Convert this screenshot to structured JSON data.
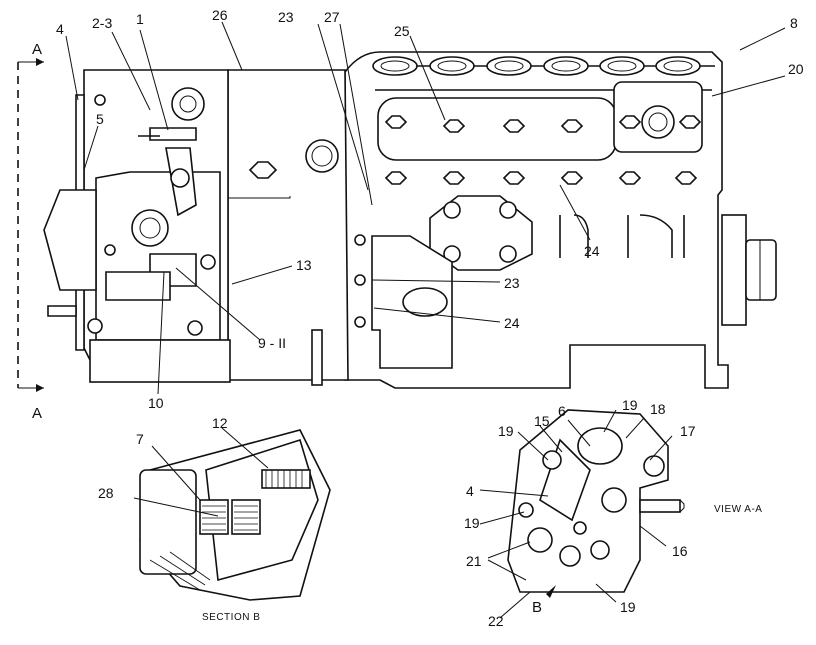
{
  "diagram": {
    "section_marks": {
      "top": "A",
      "bottom": "A"
    },
    "callouts": {
      "c4_top": "4",
      "c2_3": "2-3",
      "c1": "1",
      "c26": "26",
      "c23_top": "23",
      "c27": "27",
      "c25": "25",
      "c8": "8",
      "c20": "20",
      "c5": "5",
      "c13": "13",
      "c23_mid": "23",
      "c24_mid": "24",
      "c24_low": "24",
      "c9_11": "9 - II",
      "c10": "10",
      "c12": "12",
      "c7": "7",
      "c28": "28",
      "c19_a": "19",
      "c15": "15",
      "c6": "6",
      "c19_b": "19",
      "c18": "18",
      "c17": "17",
      "c4_view": "4",
      "c19_c": "19",
      "c16": "16",
      "c21": "21",
      "c22": "22",
      "cB": "B",
      "c19_d": "19"
    },
    "captions": {
      "section_b": "SECTION B",
      "view_aa": "VIEW A-A"
    }
  }
}
